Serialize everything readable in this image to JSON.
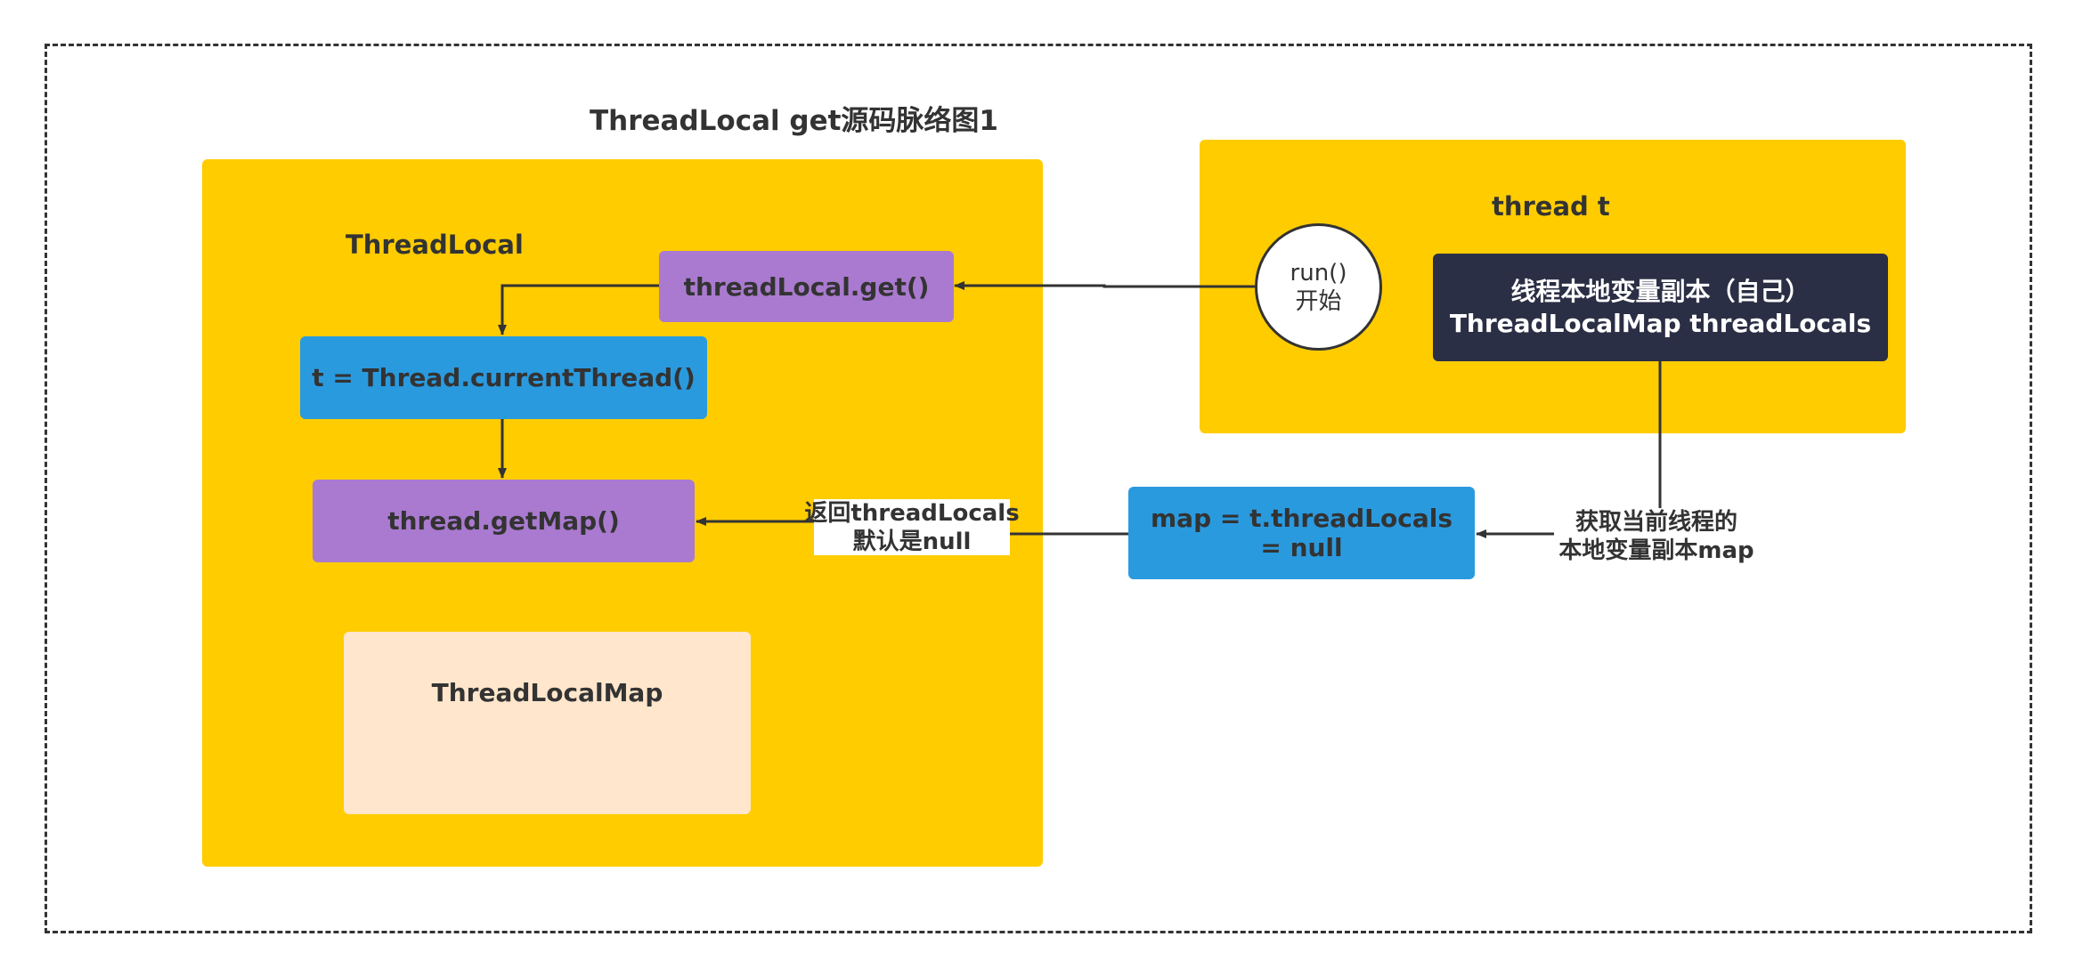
{
  "diagram": {
    "title": "ThreadLocal get源码脉络图1",
    "threadlocal_container": {
      "label": "ThreadLocal"
    },
    "thread_container": {
      "label": "thread t"
    },
    "nodes": {
      "get_call": "threadLocal.get()",
      "current_thread": "t = Thread.currentThread()",
      "get_map": "thread.getMap()",
      "threadlocalmap": "ThreadLocalMap",
      "run_line1": "run()",
      "run_line2": "开始",
      "thread_locals_line1": "线程本地变量副本（自己）",
      "thread_locals_line2": "ThreadLocalMap threadLocals",
      "map_assign_line1": "map = t.threadLocals",
      "map_assign_line2": "= null"
    },
    "edge_labels": {
      "return_line1": "返回threadLocals",
      "return_line2": "默认是null",
      "fetch_line1": "获取当前线程的",
      "fetch_line2": "本地变量副本map"
    },
    "colors": {
      "container": "#FFCC00",
      "purple_node": "#A97ACF",
      "blue_node": "#2A9ADF",
      "peach_node": "#FFE6CC",
      "dark_node": "#2B2F45",
      "line": "#333333"
    }
  }
}
